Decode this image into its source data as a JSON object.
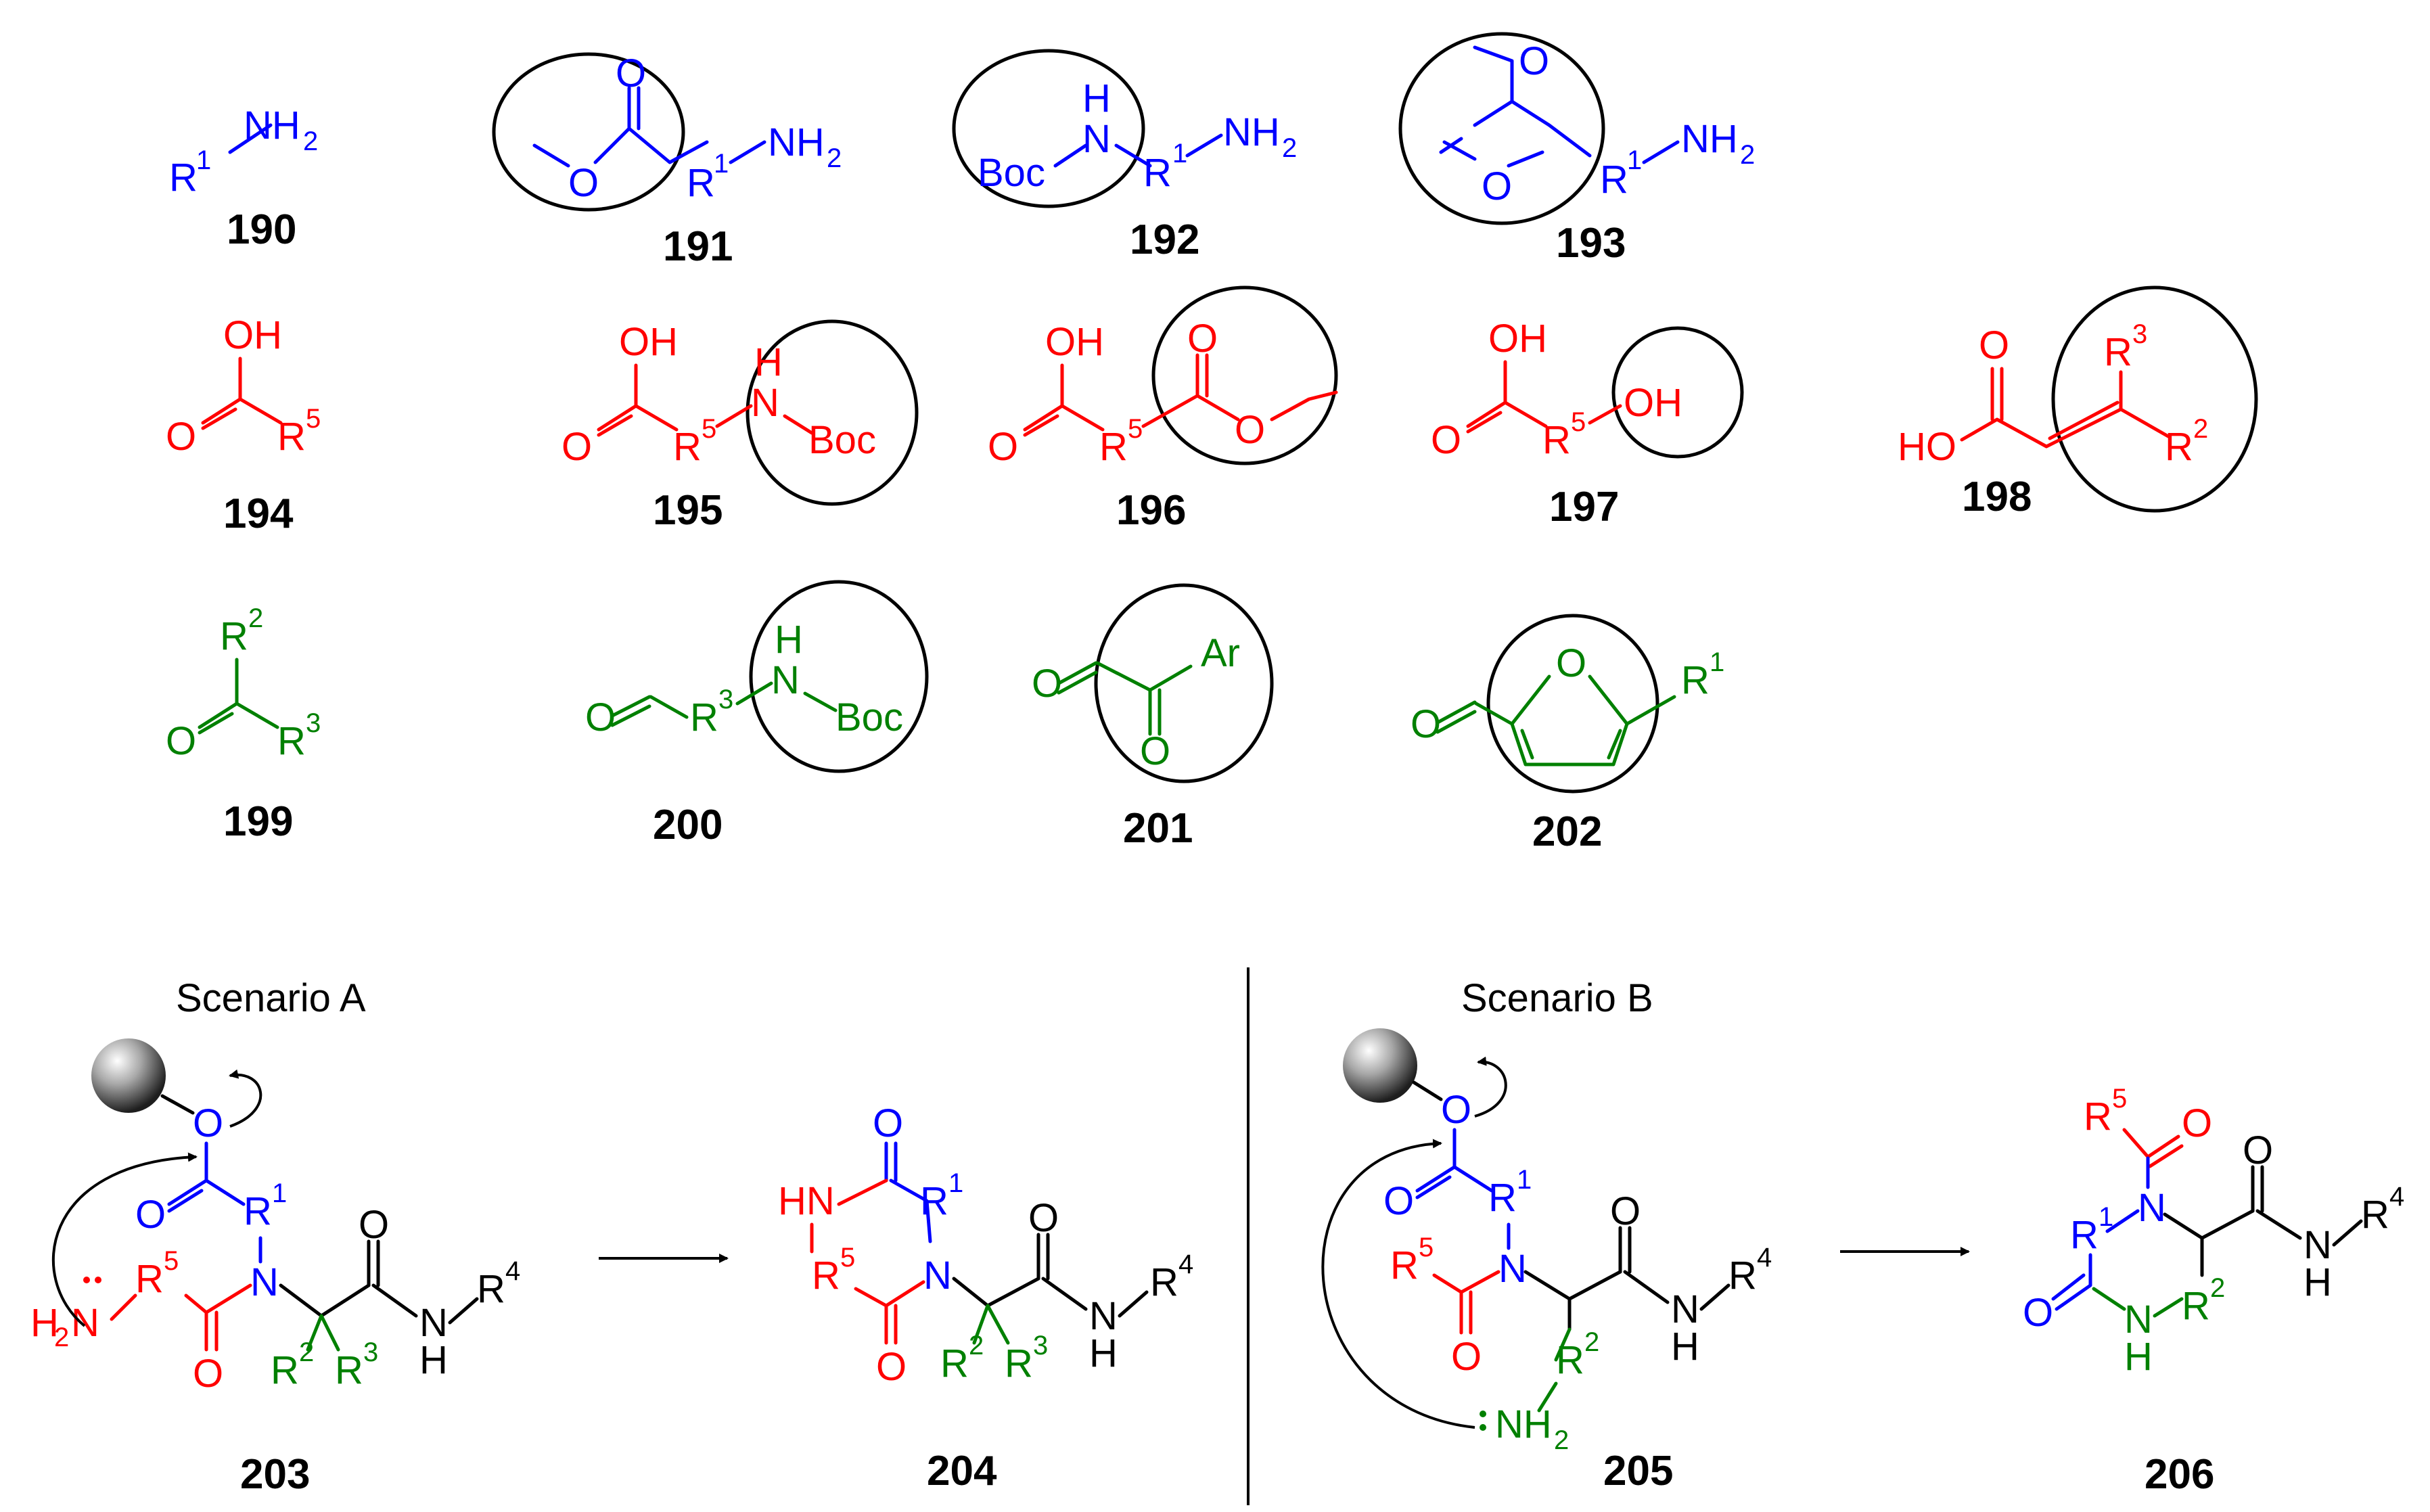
{
  "colors": {
    "amine": "#0000ff",
    "acid": "#ff0000",
    "carbonyl": "#008000",
    "text": "#000000"
  },
  "compounds": {
    "c190": "190",
    "c191": "191",
    "c192": "192",
    "c193": "193",
    "c194": "194",
    "c195": "195",
    "c196": "196",
    "c197": "197",
    "c198": "198",
    "c199": "199",
    "c200": "200",
    "c201": "201",
    "c202": "202",
    "c203": "203",
    "c204": "204",
    "c205": "205",
    "c206": "206"
  },
  "atoms": {
    "R": "R",
    "NH": "NH",
    "N": "N",
    "H": "H",
    "O": "O",
    "OH": "OH",
    "HO": "HO",
    "HN": "HN",
    "Boc": "Boc",
    "Ar": "Ar",
    "two": "2",
    "one": "1",
    "three": "3",
    "four": "4",
    "five": "5"
  },
  "scenarios": {
    "a": "Scenario A",
    "b": "Scenario B"
  }
}
